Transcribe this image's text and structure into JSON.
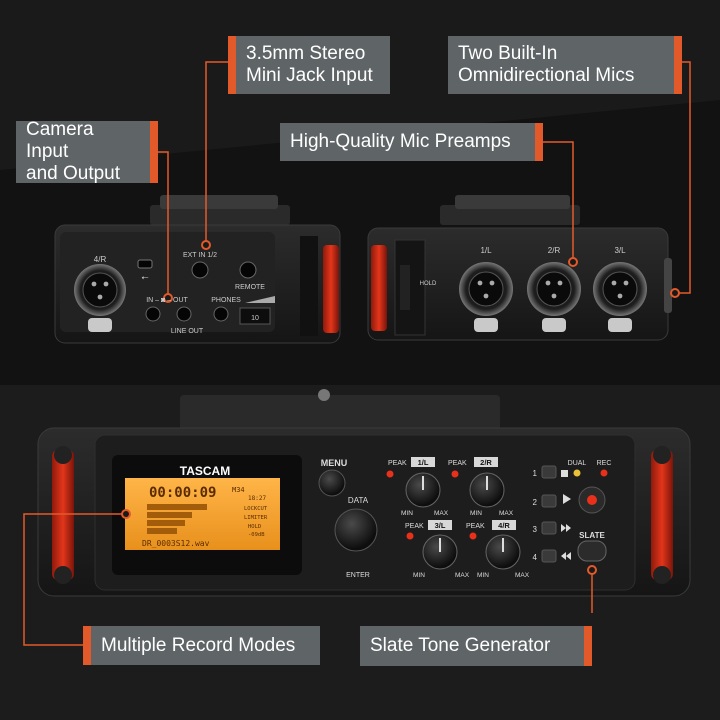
{
  "callouts": {
    "stereo_jack": "3.5mm Stereo\nMini Jack Input",
    "built_in_mics": "Two Built-In\nOmnidirectional Mics",
    "camera_io": "Camera Input\nand Output",
    "mic_preamps": "High-Quality Mic Preamps",
    "record_modes": "Multiple Record Modes",
    "slate_tone": "Slate Tone Generator"
  },
  "left_panel": {
    "channel": "4/R",
    "usb": "⭠",
    "ext_in": "EXT IN 1/2",
    "remote": "REMOTE",
    "in_out": "IN – ◙ – OUT",
    "phones": "PHONES",
    "line_out": "LINE OUT",
    "volume": "10"
  },
  "right_panel": {
    "ch1": "1/L",
    "ch2": "2/R",
    "ch3": "3/L",
    "hold": "HOLD"
  },
  "front": {
    "brand": "TASCAM",
    "menu": "MENU",
    "data": "DATA",
    "enter": "ENTER",
    "peak": "PEAK",
    "ch1": "1/L",
    "ch2": "2/R",
    "ch3": "3/L",
    "ch4": "4/R",
    "min": "MIN",
    "max": "MAX",
    "dual": "DUAL",
    "rec": "REC",
    "slate": "SLATE",
    "btn1": "1",
    "btn2": "2",
    "btn3": "3",
    "btn4": "4"
  },
  "lcd": {
    "time": "00:00:09",
    "mode_tag": "M34",
    "remain": "18:27",
    "status1": "LOCKCUT",
    "status2": "LIMITER",
    "status3": "HOLD",
    "status4": "-09dB",
    "filename": "DR_0003S12.wav"
  }
}
